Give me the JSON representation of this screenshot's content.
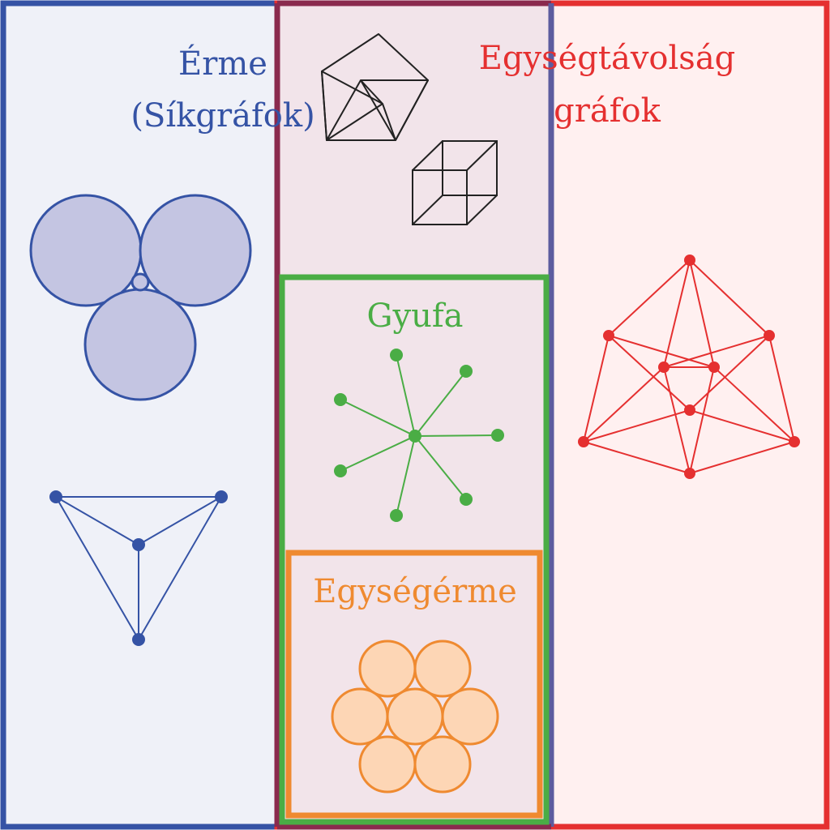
{
  "regions": {
    "coin": {
      "title_line1": "Érme",
      "title_line2": "(Síkgráfok)",
      "color": "#3553a5"
    },
    "unit_distance": {
      "title_line1": "Egységtávolság",
      "title_line2": "gráfok",
      "color": "#e53030"
    },
    "matchstick": {
      "title": "Gyufa",
      "color": "#4aad45"
    },
    "unit_coin": {
      "title": "Egységérme",
      "color": "#ef8a30"
    }
  },
  "colors": {
    "coin_bg": "#eff1f8",
    "overlap_bg": "#f2e4ea",
    "unit_bg": "#fff0f0",
    "coin_fill": "#c4c5e2",
    "unit_coin_fill": "#fdd6b5",
    "line_black": "#222222"
  }
}
